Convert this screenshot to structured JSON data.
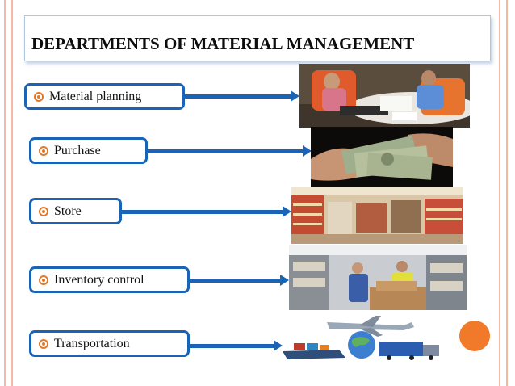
{
  "slide": {
    "title": "DEPARTMENTS OF MATERIAL MANAGEMENT",
    "items": [
      {
        "label": "Material planning",
        "image_icon": "meeting-photo"
      },
      {
        "label": "Purchase",
        "image_icon": "money-photo"
      },
      {
        "label": "Store",
        "image_icon": "store-photo"
      },
      {
        "label": "Inventory control",
        "image_icon": "warehouse-photo"
      },
      {
        "label": "Transportation",
        "image_icon": "transport-photo"
      }
    ],
    "colors": {
      "box_border": "#1a63b5",
      "bullet": "#e07a2a",
      "accent_circle": "#f07a2a",
      "stripes": "#f3b8a6"
    }
  }
}
